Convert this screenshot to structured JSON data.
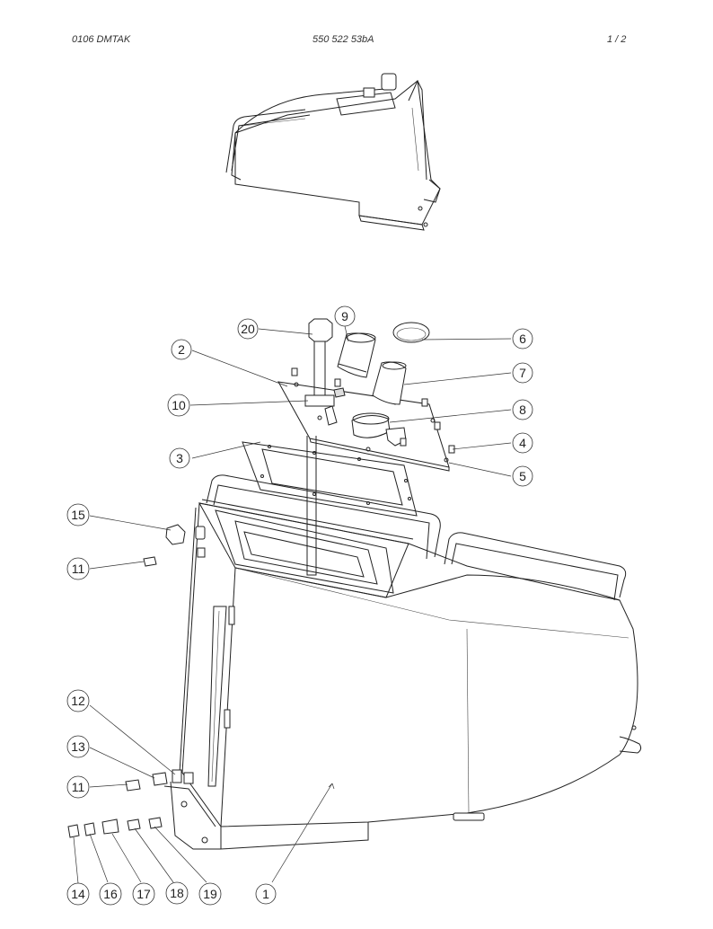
{
  "header": {
    "left": "0106 DMTAK",
    "center": "550 522 53bA",
    "page": "1 /   2"
  },
  "callouts": [
    {
      "id": "c20",
      "label": "20"
    },
    {
      "id": "c9",
      "label": "9"
    },
    {
      "id": "c2",
      "label": "2"
    },
    {
      "id": "c6",
      "label": "6"
    },
    {
      "id": "c7",
      "label": "7"
    },
    {
      "id": "c10",
      "label": "10"
    },
    {
      "id": "c8",
      "label": "8"
    },
    {
      "id": "c4",
      "label": "4"
    },
    {
      "id": "c3",
      "label": "3"
    },
    {
      "id": "c5",
      "label": "5"
    },
    {
      "id": "c15",
      "label": "15"
    },
    {
      "id": "c11a",
      "label": "11"
    },
    {
      "id": "c12",
      "label": "12"
    },
    {
      "id": "c13",
      "label": "13"
    },
    {
      "id": "c11b",
      "label": "11"
    },
    {
      "id": "c14",
      "label": "14"
    },
    {
      "id": "c16",
      "label": "16"
    },
    {
      "id": "c17",
      "label": "17"
    },
    {
      "id": "c18",
      "label": "18"
    },
    {
      "id": "c19",
      "label": "19"
    },
    {
      "id": "c1",
      "label": "1"
    }
  ]
}
